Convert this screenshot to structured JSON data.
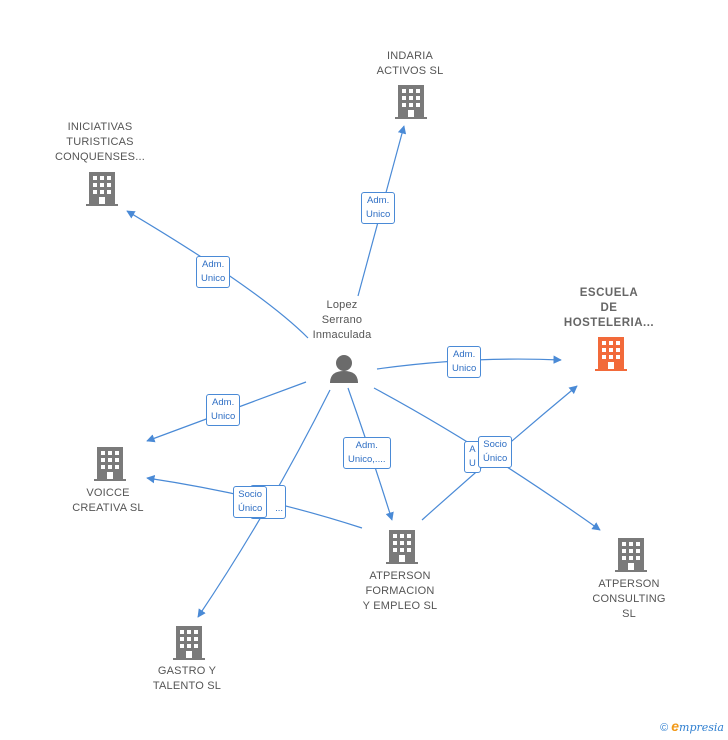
{
  "person": {
    "name": "Lopez\nSerrano\nInmaculada"
  },
  "companies": {
    "indaria": "INDARIA\nACTIVOS  SL",
    "iniciativas": "INICIATIVAS\nTURISTICAS\nCONQUENSES...",
    "escuela": "ESCUELA\nDE\nHOSTELERIA...",
    "voicce": "VOICCE\nCREATIVA  SL",
    "atperson_formacion": "ATPERSON\nFORMACION\nY EMPLEO SL",
    "atperson_consulting": "ATPERSON\nCONSULTING\nSL",
    "gastro": "GASTRO Y\nTALENTO  SL"
  },
  "edge_labels": {
    "adm_unico": "Adm.\nUnico",
    "adm_unico_more": "Adm.\nUnico,....",
    "socio_unico": "Socio\nÚnico",
    "partial_a": "A\nU",
    "partial_more": "..."
  },
  "colors": {
    "edge": "#4a8ad6",
    "building": "#7a7a7a",
    "focus_building": "#f26a3a",
    "person": "#6b6b6b"
  },
  "brand": {
    "copyright": "©",
    "e": "e",
    "rest": "mpresia"
  }
}
